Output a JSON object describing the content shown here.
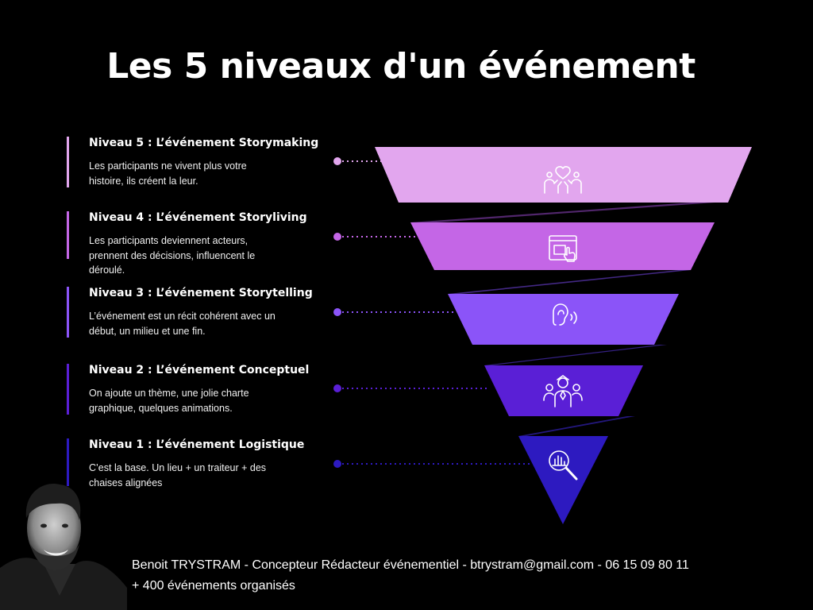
{
  "title": "Les 5 niveaux d'un événement",
  "colors": {
    "background": "#000000",
    "level5": "#e2a6ee",
    "level4": "#c466e6",
    "level3": "#8b54f8",
    "level2": "#5a1fd6",
    "level1": "#2d1ac0"
  },
  "levels": [
    {
      "heading": "Niveau 5 : L’événement Storymaking",
      "description": "Les participants ne vivent plus votre histoire, ils créent la leur.",
      "icon": "hands-heart-icon"
    },
    {
      "heading": "Niveau 4 : L’événement Storyliving",
      "description": "Les participants deviennent acteurs, prennent des décisions, influencent le déroulé.",
      "icon": "touch-screen-icon"
    },
    {
      "heading": "Niveau 3 : L’événement Storytelling",
      "description": "L’événement est un récit cohérent avec un début, un milieu et une fin.",
      "icon": "ear-sound-icon"
    },
    {
      "heading": "Niveau 2 : L’événement Conceptuel",
      "description": "On ajoute un thème, une jolie charte graphique, quelques animations.",
      "icon": "team-icon"
    },
    {
      "heading": "Niveau 1 : L’événement Logistique",
      "description": "C’est la base. Un lieu + un traiteur + des chaises alignées",
      "icon": "search-chart-icon"
    }
  ],
  "footer": {
    "line1": "Benoit TRYSTRAM - Concepteur Rédacteur événementiel - btrystram@gmail.com - 06 15 09 80 11",
    "line2": "+ 400 événements organisés"
  }
}
